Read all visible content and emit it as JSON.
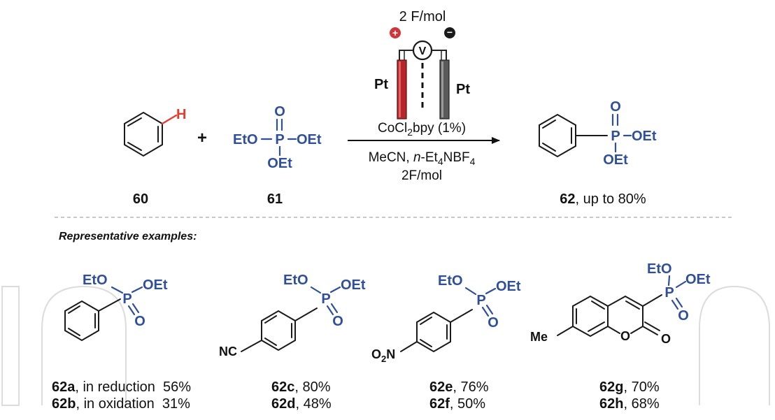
{
  "colors": {
    "phosphorus_blue": "#2f4f9b",
    "hydrogen_red": "#e63a2e",
    "anode_red": "#b8262b",
    "cathode_gray": "#5a5a5a"
  },
  "reaction": {
    "reactant1": {
      "label": "60",
      "atom_h": "H"
    },
    "plus": "+",
    "reactant2": {
      "label": "61",
      "o_top": "O",
      "left": "EtO",
      "p": "P",
      "right": "OEt",
      "bottom": "OEt"
    },
    "electrolysis": {
      "charge": "2 F/mol",
      "plus_sign": "+",
      "minus_sign": "−",
      "voltmeter": "V",
      "left_electrode": "Pt",
      "right_electrode": "Pt"
    },
    "conditions": {
      "catalyst_a": "CoCl",
      "catalyst_sub": "2",
      "catalyst_b": "bpy (1%)",
      "solvent_a": "MeCN, ",
      "solvent_italic": "n",
      "solvent_b": "-Et",
      "solvent_sub1": "4",
      "solvent_c": "NBF",
      "solvent_sub2": "4",
      "charge_line": "2F/mol"
    },
    "product": {
      "label_bold": "62",
      "label_rest": ", up to 80%",
      "o_top": "O",
      "p": "P",
      "right": "OEt",
      "bottom": "OEt"
    }
  },
  "examples_heading": "Representative examples:",
  "examples": [
    {
      "groups": {
        "eto": "EtO",
        "p": "P",
        "oet": "OEt",
        "o": "O"
      },
      "lines": [
        {
          "id": "62a",
          "text": ", in reduction  56%"
        },
        {
          "id": "62b",
          "text": ", in oxidation  31%"
        }
      ]
    },
    {
      "groups": {
        "eto": "EtO",
        "p": "P",
        "oet": "OEt",
        "o": "O",
        "substituent": "NC"
      },
      "lines": [
        {
          "id": "62c",
          "text": ", 80%"
        },
        {
          "id": "62d",
          "text": ", 48%"
        }
      ]
    },
    {
      "groups": {
        "eto": "EtO",
        "p": "P",
        "oet": "OEt",
        "o": "O",
        "sub_a": "O",
        "sub_sub": "2",
        "sub_b": "N"
      },
      "lines": [
        {
          "id": "62e",
          "text": ", 76%"
        },
        {
          "id": "62f",
          "text": ", 50%"
        }
      ]
    },
    {
      "groups": {
        "eto": "EtO",
        "p": "P",
        "oet": "OEt",
        "o": "O",
        "me": "Me",
        "ring_o": "O",
        "carbonyl_o": "O"
      },
      "lines": [
        {
          "id": "62g",
          "text": ", 70%"
        },
        {
          "id": "62h",
          "text": ", 68%"
        }
      ]
    }
  ]
}
